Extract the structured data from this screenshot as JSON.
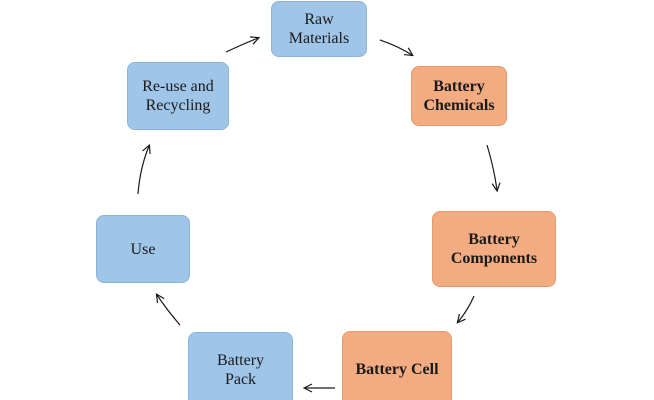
{
  "diagram": {
    "nodes": {
      "raw_materials": "Raw\nMaterials",
      "battery_chemicals": "Battery\nChemicals",
      "battery_components": "Battery\nComponents",
      "battery_cell": "Battery Cell",
      "battery_pack": "Battery\nPack",
      "use": "Use",
      "reuse_recycling": "Re-use and\nRecycling"
    },
    "colors": {
      "blue_node": "#9fc5e8",
      "orange_node": "#f3ab82",
      "arrow": "#1a1a1a"
    }
  }
}
